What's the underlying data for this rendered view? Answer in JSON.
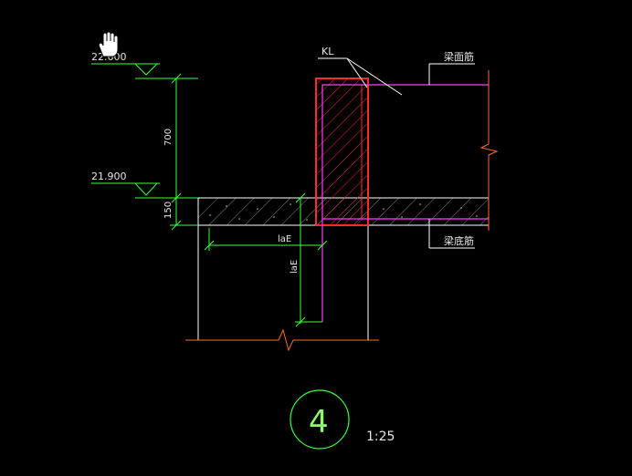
{
  "drawing": {
    "labels": {
      "kl": "KL",
      "beam_top_reinf": "梁面筋",
      "beam_bottom_reinf": "梁底筋"
    },
    "elevations": {
      "top": "22.600",
      "slab": "21.900"
    },
    "dimensions": {
      "height_700": "700",
      "height_150": "150",
      "anchorage_horizontal": "laE",
      "anchorage_vertical": "laE"
    },
    "detail": {
      "number": "4",
      "scale": "1:25"
    },
    "colors": {
      "background": "#000000",
      "beam_outline": "#ff2a2a",
      "green": "#3cff3c",
      "rebar_magenta": "#ff3cff",
      "outline_white": "#ffffff",
      "orange": "#ff6a2a"
    },
    "cursor_icon": "hand-cursor-icon"
  }
}
